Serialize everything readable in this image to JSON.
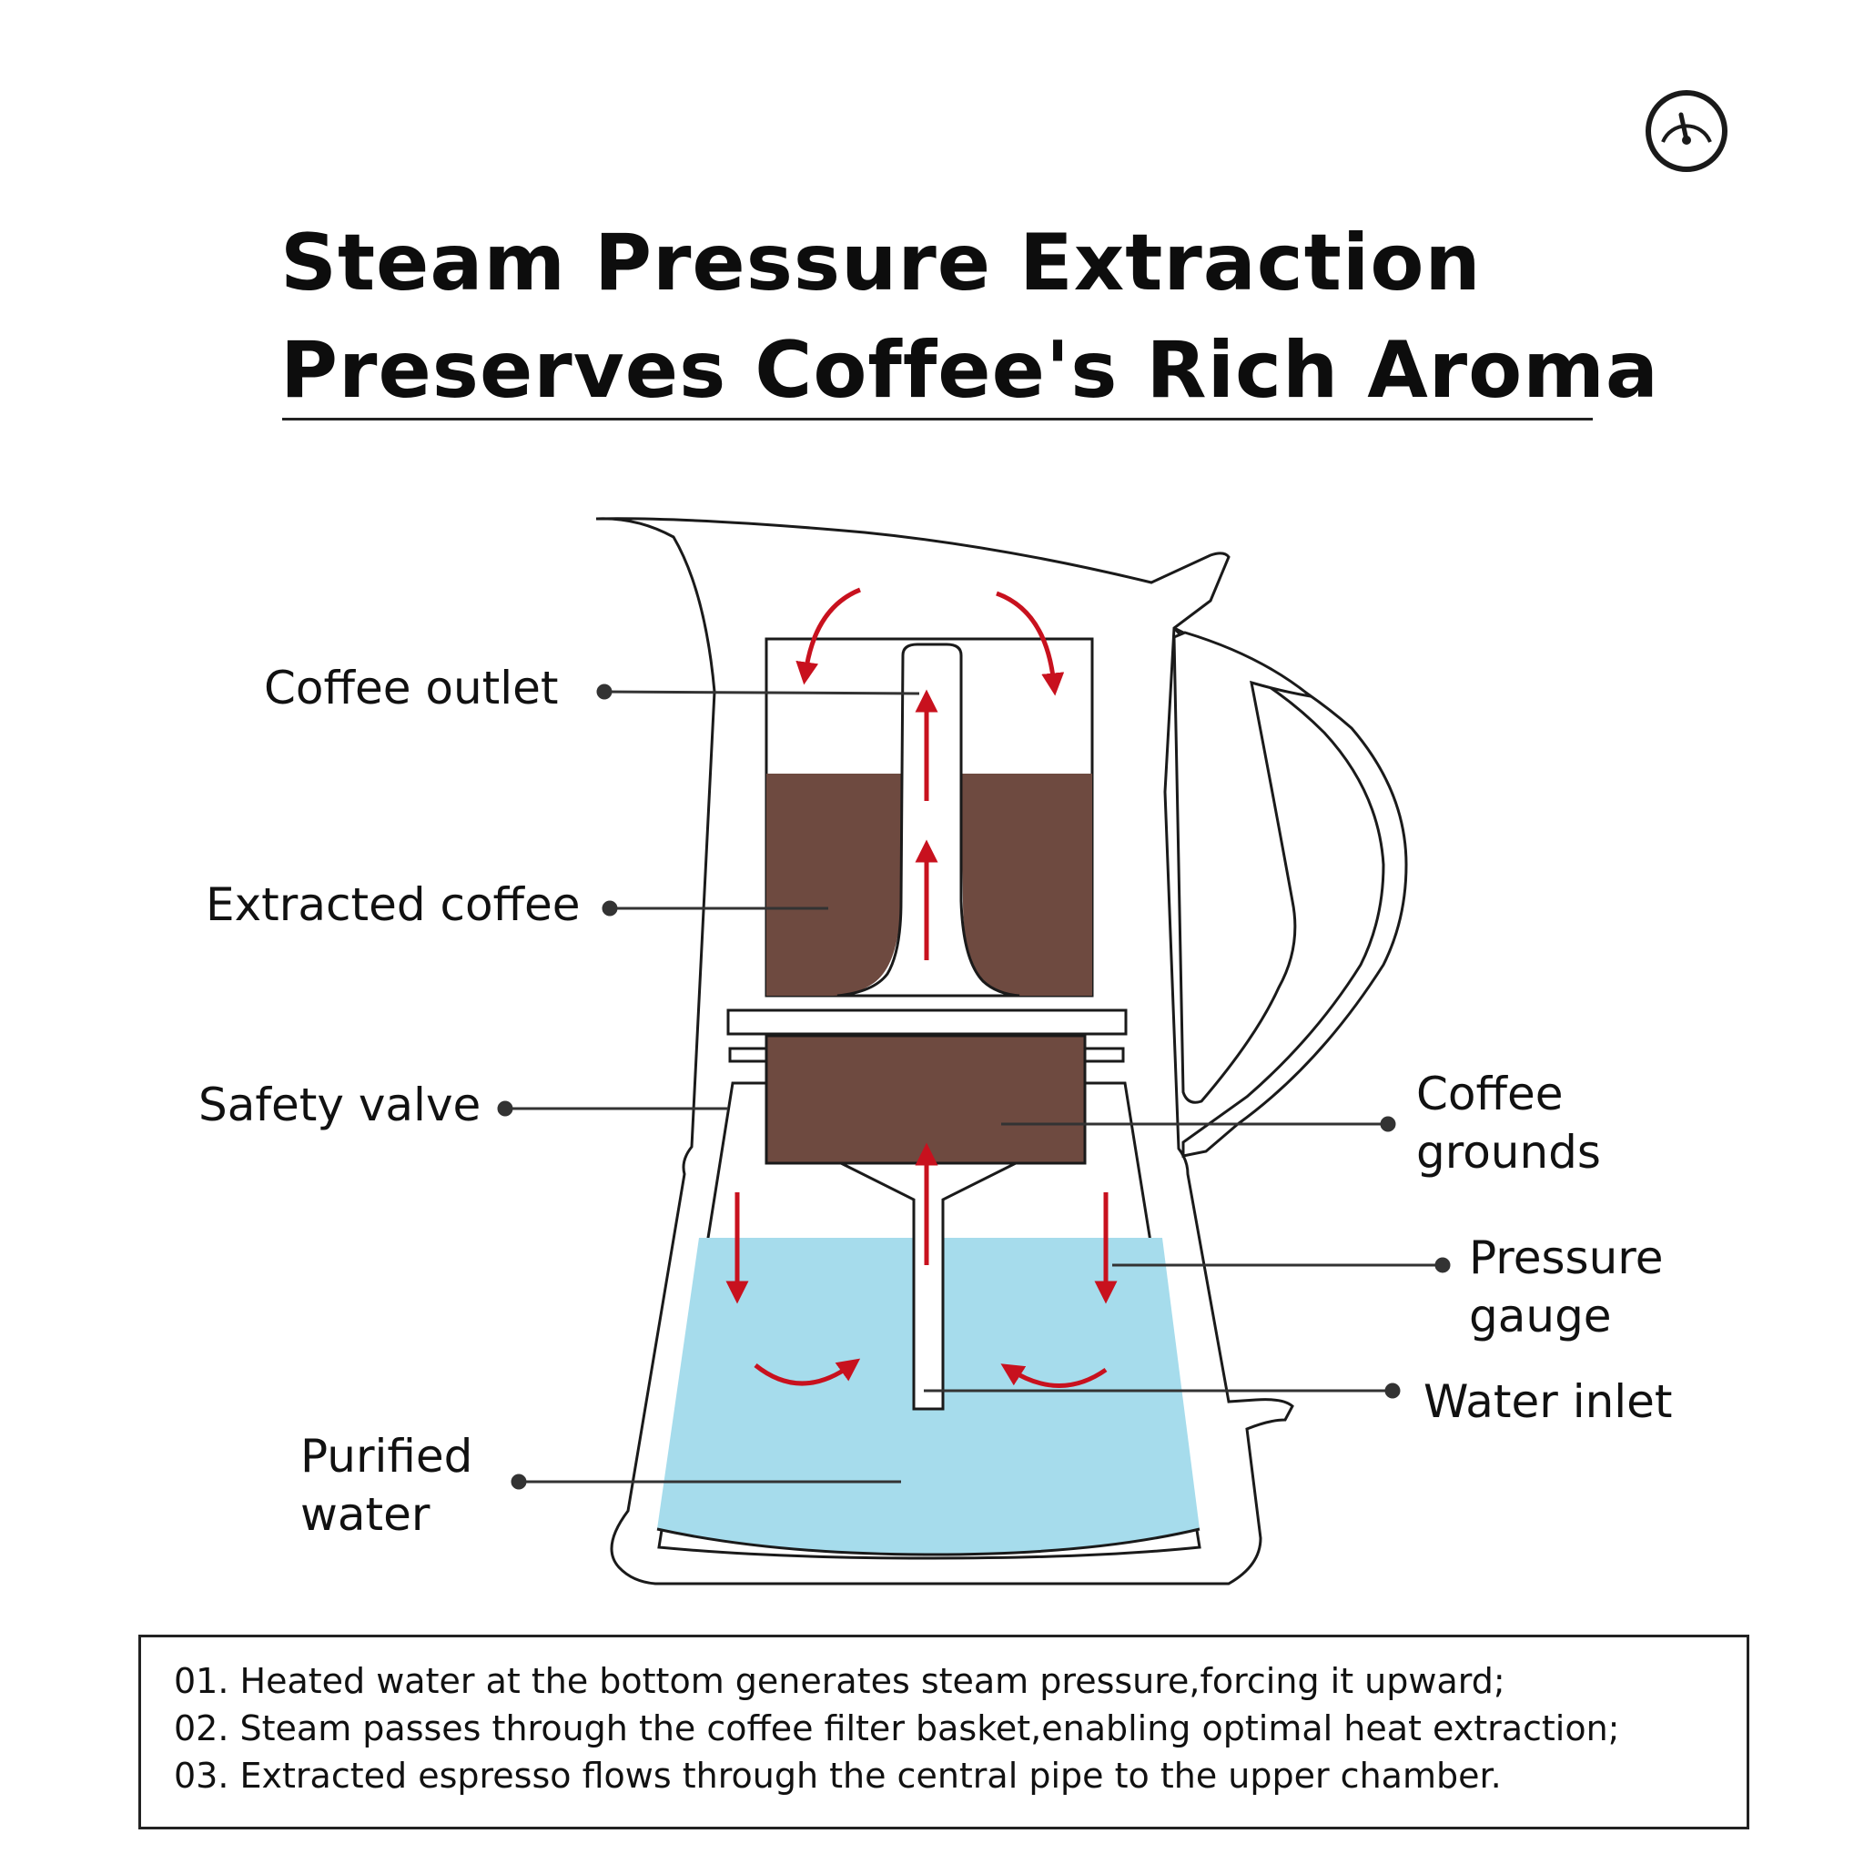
{
  "title": {
    "line1": "Steam Pressure Extraction",
    "line2": "Preserves Coffee's Rich Aroma"
  },
  "icons": {
    "badge": "pressure-gauge-icon"
  },
  "labels": {
    "coffee_outlet": "Coffee outlet",
    "extracted_coffee": "Extracted coffee",
    "safety_valve": "Safety valve",
    "coffee_grounds_1": "Coffee",
    "coffee_grounds_2": "grounds",
    "pressure_gauge_1": "Pressure",
    "pressure_gauge_2": "gauge",
    "water_inlet": "Water inlet",
    "purified_water_1": "Purified",
    "purified_water_2": "water"
  },
  "steps": [
    "01. Heated water at the bottom generates steam pressure,forcing it upward;",
    "02. Steam passes through the coffee filter basket,enabling optimal heat extraction;",
    "03. Extracted espresso flows through the central pipe to the upper chamber."
  ],
  "colors": {
    "coffee": "#6e4a40",
    "water": "#a6dcec",
    "arrow": "#c8111e",
    "outline": "#1a1a1a"
  }
}
